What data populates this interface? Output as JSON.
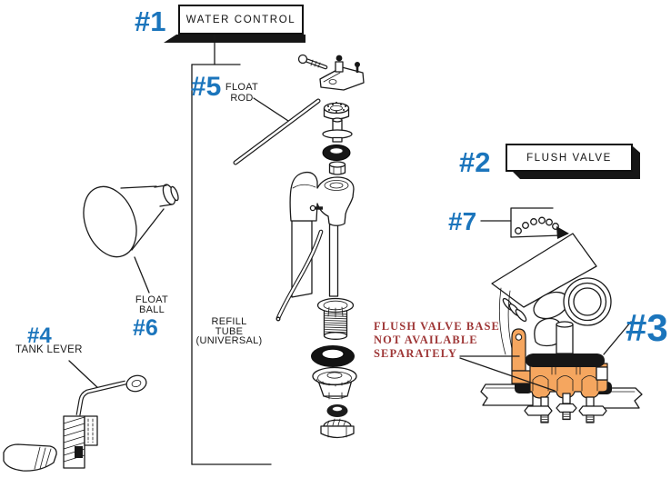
{
  "diagram": {
    "kind": "exploded-parts-diagram",
    "subject": "toilet tank repair parts",
    "parts": [
      {
        "number": "#1",
        "name": "WATER CONTROL",
        "boxed": true
      },
      {
        "number": "#2",
        "name": "FLUSH VALVE",
        "boxed": true
      },
      {
        "number": "#3"
      },
      {
        "number": "#4",
        "name": "TANK LEVER"
      },
      {
        "number": "#5",
        "name": "FLOAT\nROD"
      },
      {
        "number": "#6",
        "name": "FLOAT\nBALL"
      },
      {
        "number": "#7"
      }
    ],
    "notes": {
      "refill_tube": "REFILL\nTUBE\n(UNIVERSAL)",
      "flush_valve_base_warning": "FLUSH VALVE BASE\nNOT AVAILABLE\nSEPARATELY"
    },
    "colors": {
      "part_number_blue": "#1B75BC",
      "warning_red": "#9E3636",
      "highlight_orange": "#F5A65F",
      "line_black": "#1A1A1A",
      "background": "#FFFFFF"
    }
  }
}
